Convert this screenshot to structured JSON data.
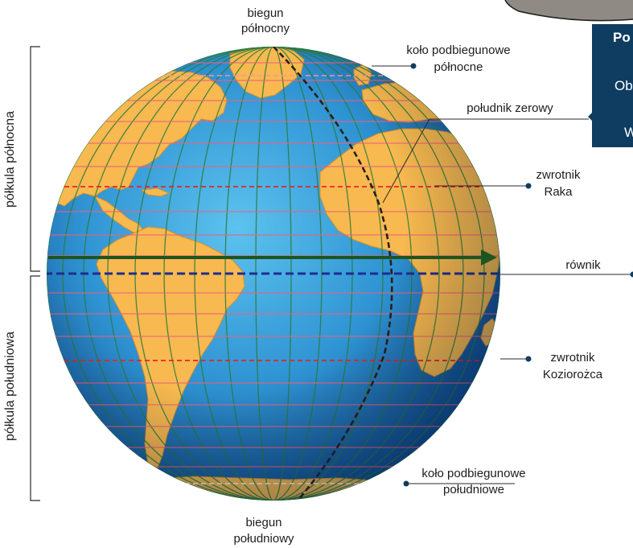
{
  "labels": {
    "north_pole": [
      "biegun",
      "północny"
    ],
    "south_pole": [
      "biegun",
      "południowy"
    ],
    "arctic_circle": [
      "koło podbiegunowe",
      "północne"
    ],
    "antarctic_circle": [
      "koło podbiegunowe",
      "południowe"
    ],
    "prime_meridian": "południk zerowy",
    "tropic_cancer": [
      "zwrotnik",
      "Raka"
    ],
    "tropic_capricorn": [
      "zwrotnik",
      "Koziorożca"
    ],
    "equator": "równik",
    "northern_hemisphere": "półkula północna",
    "southern_hemisphere": "półkula południowa"
  },
  "card": {
    "lines": [
      "Po",
      "Ob",
      "W"
    ]
  },
  "colors": {
    "ocean_light": "#3fa6df",
    "ocean_dark": "#125a9e",
    "land": "#f7b950",
    "grid": "#2b7a3a",
    "parallel": "#f0607a",
    "tropic": "#e8232a",
    "equator": "#1f2d8f",
    "meridian_zero": "#2a1f1a",
    "arrow": "#1e5420",
    "card": "#0f3d61",
    "pointer": "#0f3d61"
  }
}
